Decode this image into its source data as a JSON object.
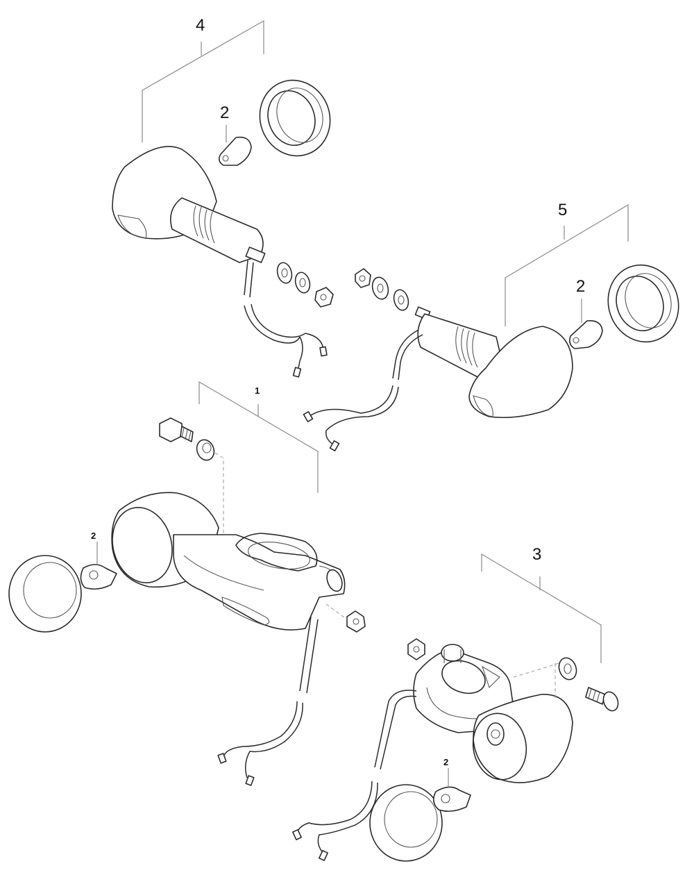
{
  "callouts": {
    "a1": "1",
    "a2": "2",
    "a3": "3",
    "a4": "4",
    "a5": "5"
  }
}
